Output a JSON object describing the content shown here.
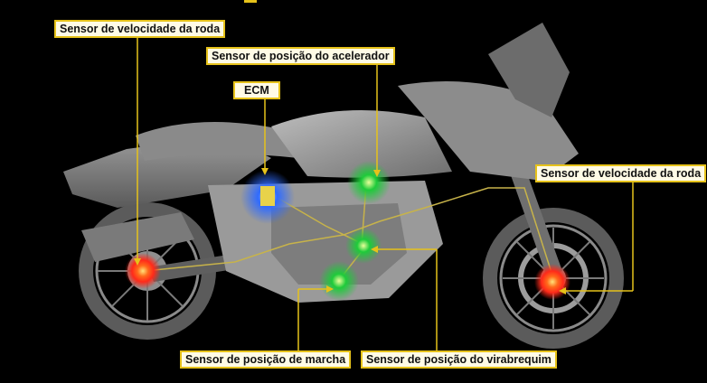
{
  "labels": {
    "ecm": "ECM",
    "wheel_speed_rear": "Sensor de velocidade da roda",
    "throttle_position": "Sensor de posição do acelerador",
    "wheel_speed_front": "Sensor de velocidade da roda",
    "gear_position": "Sensor de posição de marcha",
    "crankshaft_position": "Sensor de posição do virabrequim"
  },
  "colors": {
    "background": "#000000",
    "label_fill": "#fffbe6",
    "label_border": "#e6c21a",
    "leader_line": "#e6c21a",
    "ecm_glow": "#2f6bff",
    "sensor_green": "#1ecb3a",
    "sensor_red": "#ff3a1a"
  },
  "icons": {
    "motorcycle": "motorcycle-illustration"
  }
}
